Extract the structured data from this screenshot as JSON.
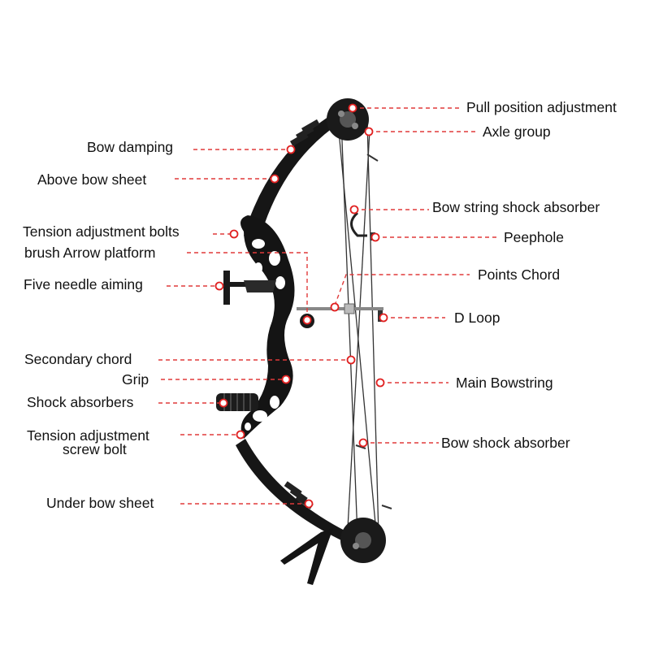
{
  "labels": {
    "pull_position_adjustment": "Pull position adjustment",
    "axle_group": "Axle group",
    "bow_damping": "Bow damping",
    "above_bow_sheet": "Above bow sheet",
    "bow_string_shock_absorber": "Bow string shock absorber",
    "tension_adjustment_bolts": "Tension adjustment bolts",
    "peephole": "Peephole",
    "brush_arrow_platform": "brush Arrow platform",
    "points_chord": "Points Chord",
    "five_needle_aiming": "Five needle aiming",
    "d_loop": "D Loop",
    "secondary_chord": "Secondary chord",
    "grip": "Grip",
    "main_bowstring": "Main Bowstring",
    "shock_absorbers": "Shock absorbers",
    "tension_adjustment_screw_bolt_line1": "Tension adjustment",
    "tension_adjustment_screw_bolt_line2": "screw bolt",
    "bow_shock_absorber": "Bow shock absorber",
    "under_bow_sheet": "Under bow sheet"
  },
  "colors": {
    "leader_line": "#e03a3a",
    "marker": "#e02020",
    "bow_body": "#141414",
    "text": "#111111"
  }
}
